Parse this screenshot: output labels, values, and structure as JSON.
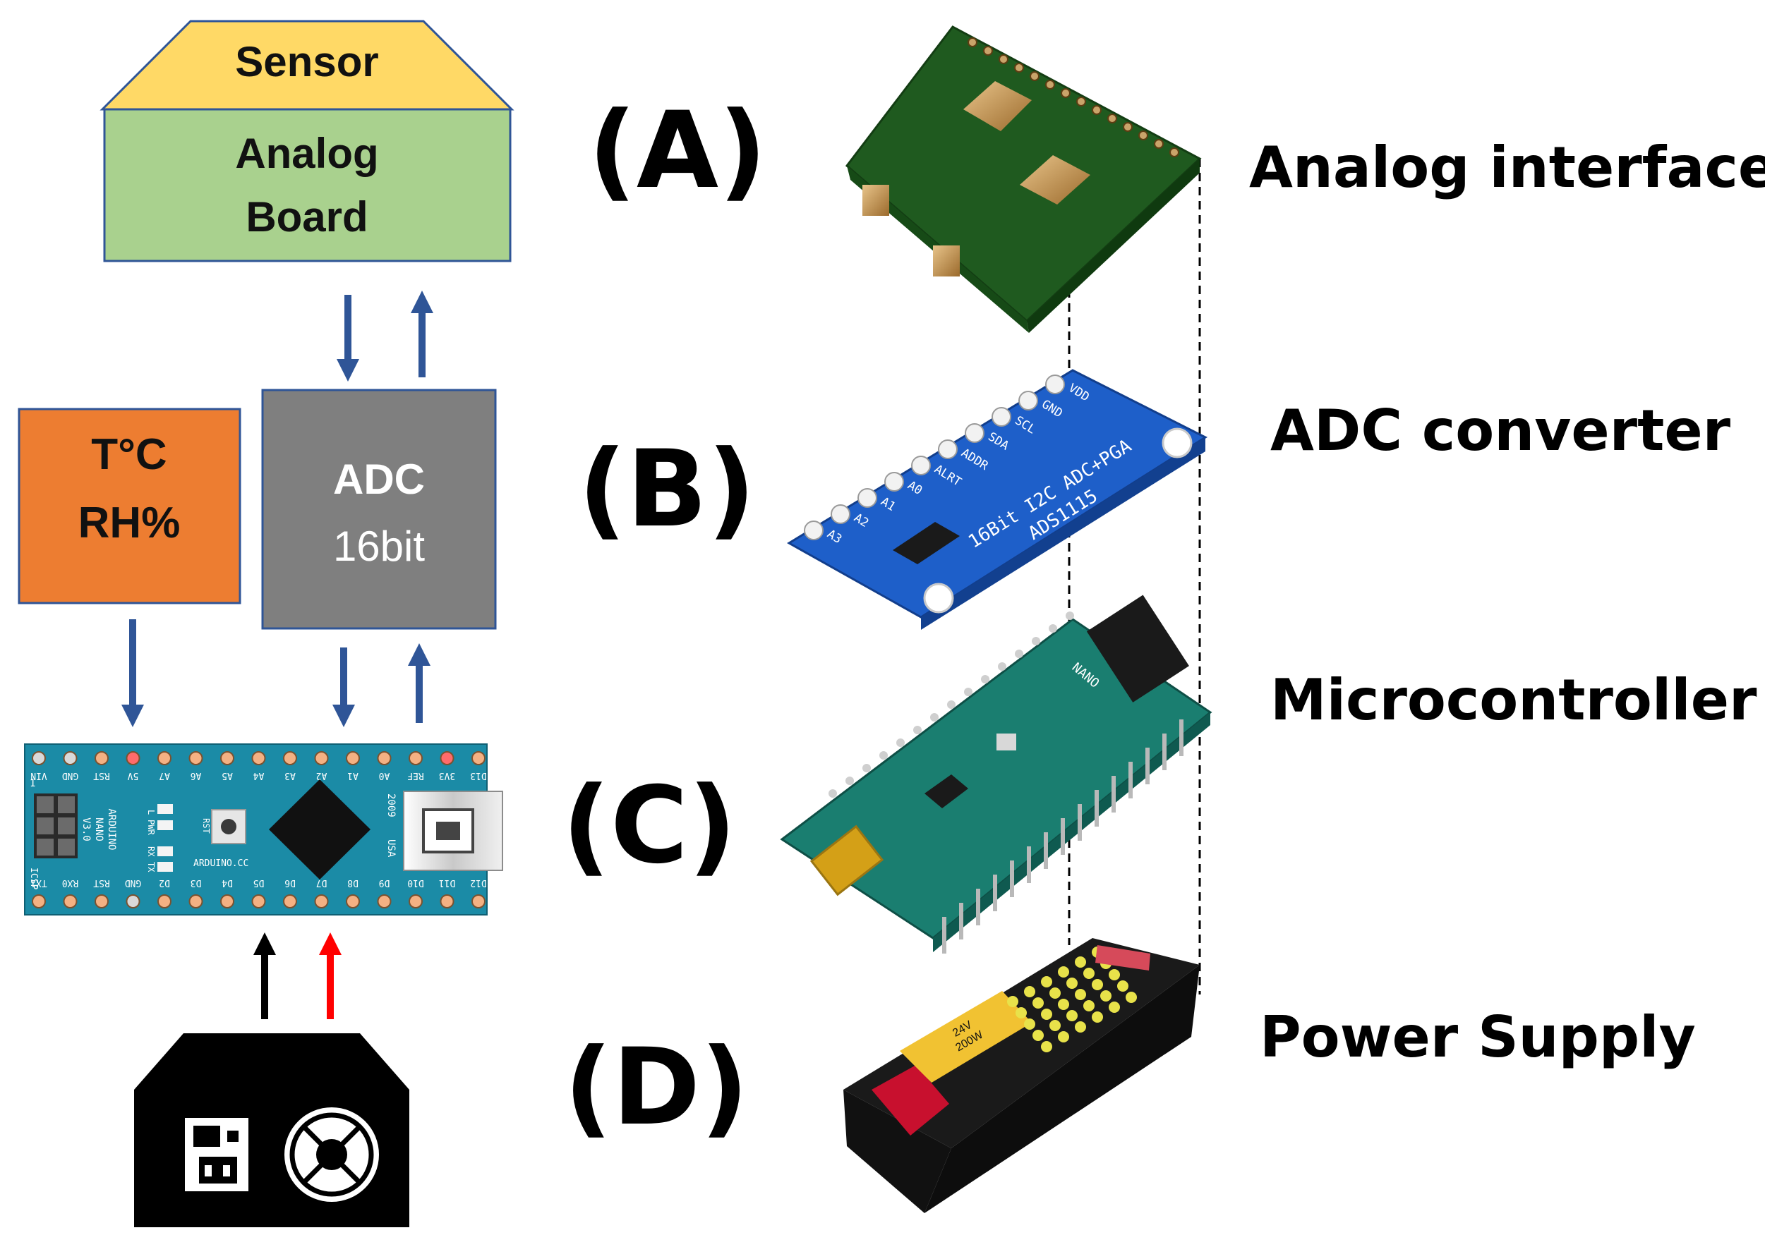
{
  "blocks": {
    "sensor": "Sensor",
    "analog_board": [
      "Analog",
      "Board"
    ],
    "temp_rh": [
      "T°C",
      "RH%"
    ],
    "adc": [
      "ADC",
      "16bit"
    ]
  },
  "labels": {
    "a": "(A)",
    "b": "(B)",
    "c": "(C)",
    "d": "(D)"
  },
  "captions": {
    "a": "Analog interface",
    "b": "ADC converter",
    "c": "Microcontroller",
    "d": "Power Supply"
  },
  "nano_board": {
    "top_pins": [
      "D12",
      "D11",
      "D10",
      "D9",
      "D8",
      "D7",
      "D6",
      "D5",
      "D4",
      "D3",
      "D2",
      "GND",
      "RST",
      "RX0",
      "TX1"
    ],
    "bottom_pins": [
      "VIN",
      "GND",
      "RST",
      "5V",
      "A7",
      "A6",
      "A5",
      "A4",
      "A3",
      "A2",
      "A1",
      "A0",
      "REF",
      "3V3",
      "D13"
    ],
    "silk_text": [
      "ARDUINO",
      "NANO",
      "V3.0"
    ],
    "website": "ARDUINO.CC",
    "year": "2009",
    "country": "USA",
    "leds": [
      "L",
      "PWR",
      "RX",
      "TX"
    ],
    "reset": "RST",
    "icsp": "ICSP",
    "pin1": "1"
  },
  "adc_module": {
    "pins": [
      "VDD",
      "GND",
      "SCL",
      "SDA",
      "ADDR",
      "ALRT",
      "A0",
      "A1",
      "A2",
      "A3"
    ],
    "chip_text": [
      "16Bit I2C ADC+PGA",
      "ADS1115"
    ]
  },
  "nano_photo": {
    "badge": "NANO"
  },
  "power_photo": {
    "rating": [
      "24V",
      "200W"
    ]
  },
  "colors": {
    "sensor_fill": "#FFD966",
    "analog_fill": "#A9D18E",
    "temp_fill": "#ED7D31",
    "adc_fill": "#7F7F7F",
    "border": "#2F5597",
    "arrow_blue": "#2F5597",
    "arrow_black": "#000000",
    "arrow_red": "#FF0000",
    "pcb_blue": "#1B8BA6",
    "module_blue": "#1E5FC9",
    "pcb_green": "#1F5A1F"
  }
}
